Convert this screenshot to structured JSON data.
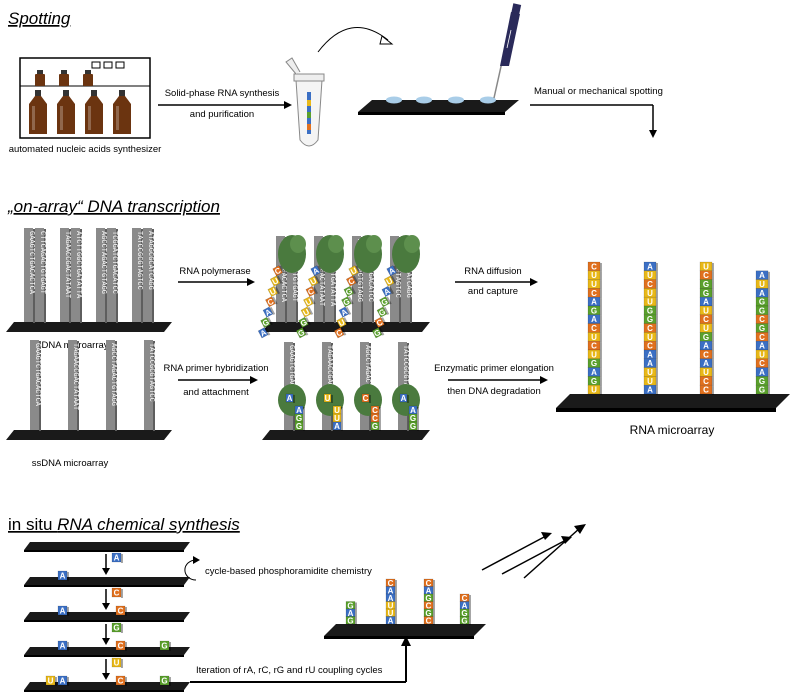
{
  "sections": {
    "spotting": "Spotting",
    "transcription": "„on-array“ DNA transcription",
    "insitu_plain": "in situ ",
    "insitu_italic": "RNA chemical synthesis"
  },
  "labels": {
    "synthesizer": "automated nucleic acids synthesizer",
    "solid_phase_1": "Solid-phase RNA synthesis",
    "solid_phase_2": "and purification",
    "spotting_method": "Manual or mechanical spotting",
    "rna_polymerase": "RNA polymerase",
    "rna_diffusion_1": "RNA diffusion",
    "rna_diffusion_2": "and capture",
    "dsdna": "dsDNA microarray",
    "ssdna": "ssDNA microarray",
    "primer_1": "RNA primer hybridization",
    "primer_2": "and attachment",
    "elongation_1": "Enzymatic primer elongation",
    "elongation_2": "then DNA degradation",
    "rna_microarray": "RNA microarray",
    "cycle": "cycle-based phosphoramidite chemistry",
    "iteration": "Iteration of rA, rC, rG and rU coupling cycles"
  },
  "colors": {
    "A": "#3b6fc4",
    "C": "#e0701e",
    "G": "#5aa02c",
    "U": "#e8b818",
    "slide": "#1a1a1a",
    "dna": "#8a8a8a",
    "polymerase": "#4a7a3e",
    "bottle": "#6b3410"
  },
  "dsdna_strands": [
    [
      "GAAGTCTGACACTCA",
      "CTTCAGACTGTGAGT"
    ],
    [
      "TAGAACCGACTATAAT",
      "ATCTTGGCTGATATTA"
    ],
    [
      "AGCCTAGACTGTAGG",
      "TCGGATCTGACATCC"
    ],
    [
      "TATCCGCGTAGTCC",
      "ATAGGCGCATCAGG"
    ]
  ],
  "ssdna_strands": [
    "GAAGTCTGACACTCA",
    "TAGAACCGACTATAAT",
    "AGCCTAGACTGTAGG",
    "TATCCGCGTAGTCC"
  ],
  "rna_array": [
    "CUUCAGACUCUGAGU",
    "AUCUUGGCUCAAUUA",
    "UCGGAUCUGACAUCC",
    "AUAGGCGCAUCAGG"
  ],
  "step_nts": [
    "A",
    "C",
    "G",
    "U"
  ],
  "insitu_final": [
    "GAG",
    "CAAUUA",
    "CAGCGC",
    "CAGG"
  ]
}
